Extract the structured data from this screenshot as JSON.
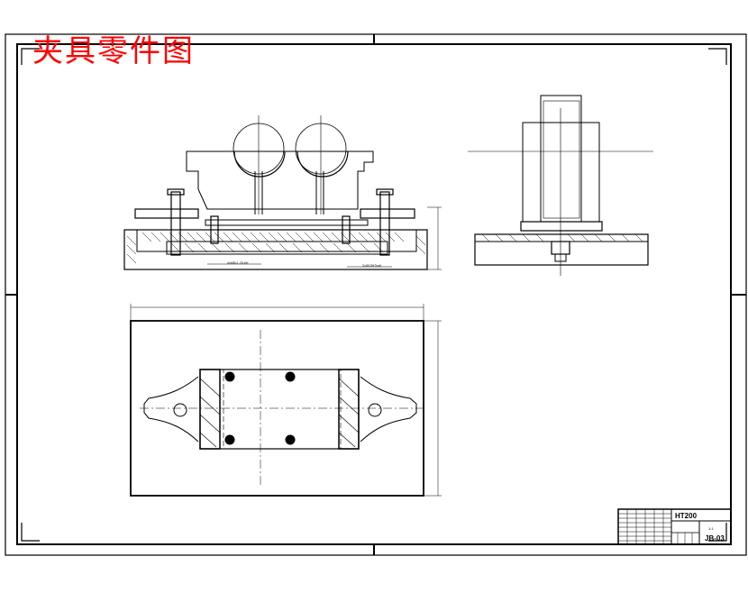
{
  "drawing": {
    "title": "夹具零件图",
    "title_color": "#ff0000",
    "line_color": "#000000"
  },
  "title_block": {
    "material": "HT200",
    "scale_note": "1:1",
    "drawing_no": "JB-03"
  },
  "views": {
    "front_dim_left": "4×M8×1.25-6H",
    "front_dim_right": "2×Φ10H7/m6"
  }
}
